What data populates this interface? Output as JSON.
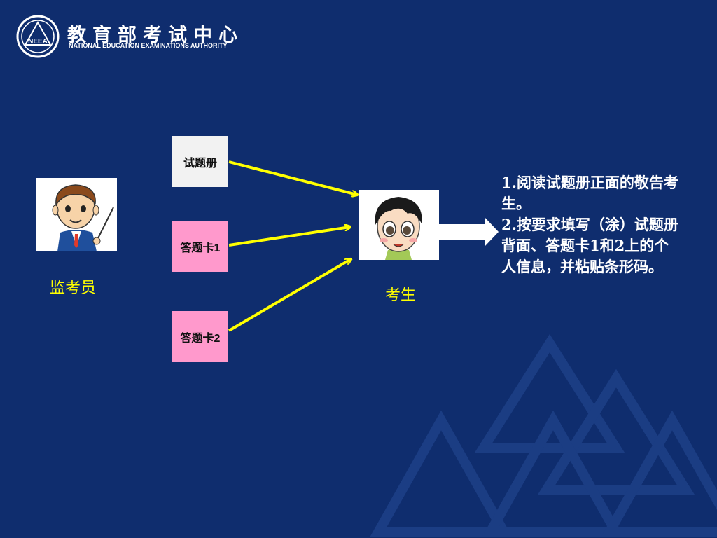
{
  "header": {
    "title_cn": "教育部考试中心",
    "title_en": "NATIONAL EDUCATION EXAMINATIONS AUTHORITY",
    "logo_letters": "NEEA"
  },
  "diagram": {
    "invigilator_label": "监考员",
    "examinee_label": "考生",
    "items": [
      {
        "label": "试题册",
        "color": "#f2f2f2"
      },
      {
        "label": "答题卡1",
        "color": "#ff99cc"
      },
      {
        "label": "答题卡2",
        "color": "#ff99cc"
      }
    ],
    "arrow_color": "#ffff00",
    "label_color": "#ffff00",
    "instructions": [
      "1.阅读试题册正面的敬告考生。",
      "2.按要求填写（涂）试题册背面、答题卡1和2上的个人信息，并粘贴条形码。"
    ]
  }
}
